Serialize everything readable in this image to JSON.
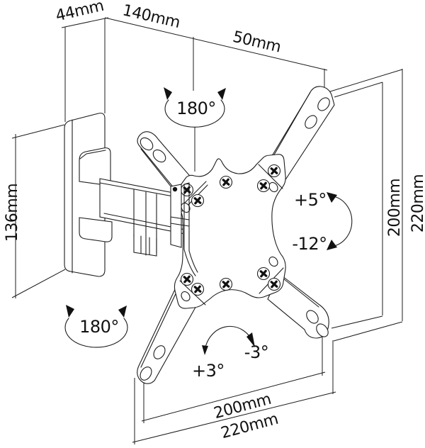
{
  "diagram": {
    "type": "technical-drawing",
    "subject": "Articulating TV wall mount bracket with swivel and tilt",
    "colors": {
      "background": "#ffffff",
      "line": "#1c1c1c"
    },
    "labels": {
      "wall_plate_depth": "44mm",
      "arm_extension": "140mm",
      "plate_offset": "50mm",
      "wall_plate_height": "136mm",
      "swivel_top": "180°",
      "swivel_bottom": "180°",
      "tilt_up": "+5°",
      "tilt_down": "-12°",
      "level_left": "+3°",
      "level_right": "-3°",
      "vesa_height": "200mm",
      "plate_height": "220mm",
      "vesa_width": "200mm",
      "plate_width": "220mm"
    }
  }
}
